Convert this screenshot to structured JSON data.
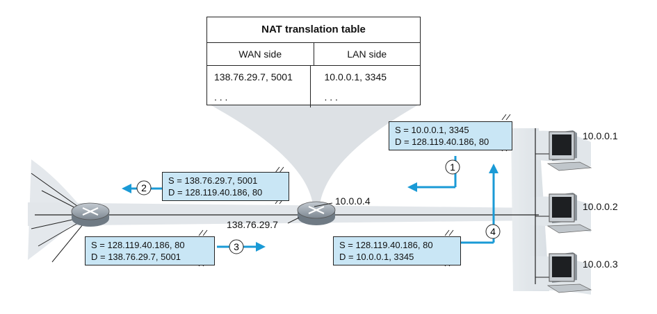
{
  "nat_table": {
    "title": "NAT translation table",
    "headers": {
      "wan": "WAN side",
      "lan": "LAN side"
    },
    "rows": [
      {
        "wan": "138.76.29.7, 5001",
        "lan": "10.0.0.1, 3345"
      },
      {
        "wan": ". . .",
        "lan": ". . ."
      }
    ]
  },
  "packets": {
    "p1": {
      "src": "S = 10.0.0.1, 3345",
      "dst": "D = 128.119.40.186, 80"
    },
    "p2": {
      "src": "S = 138.76.29.7, 5001",
      "dst": "D = 128.119.40.186, 80"
    },
    "p3": {
      "src": "S = 128.119.40.186, 80",
      "dst": "D = 138.76.29.7, 5001"
    },
    "p4": {
      "src": "S = 128.119.40.186, 80",
      "dst": "D = 10.0.0.1, 3345"
    }
  },
  "steps": {
    "s1": "1",
    "s2": "2",
    "s3": "3",
    "s4": "4"
  },
  "addresses": {
    "router_lan": "10.0.0.4",
    "router_wan": "138.76.29.7",
    "host1": "10.0.0.1",
    "host2": "10.0.0.2",
    "host3": "10.0.0.3"
  },
  "colors": {
    "arrow": "#1a9ad6",
    "packet_fill": "#c9e6f5",
    "network_shade": "#dfe4e9",
    "router_body": "#9aa4ae"
  }
}
